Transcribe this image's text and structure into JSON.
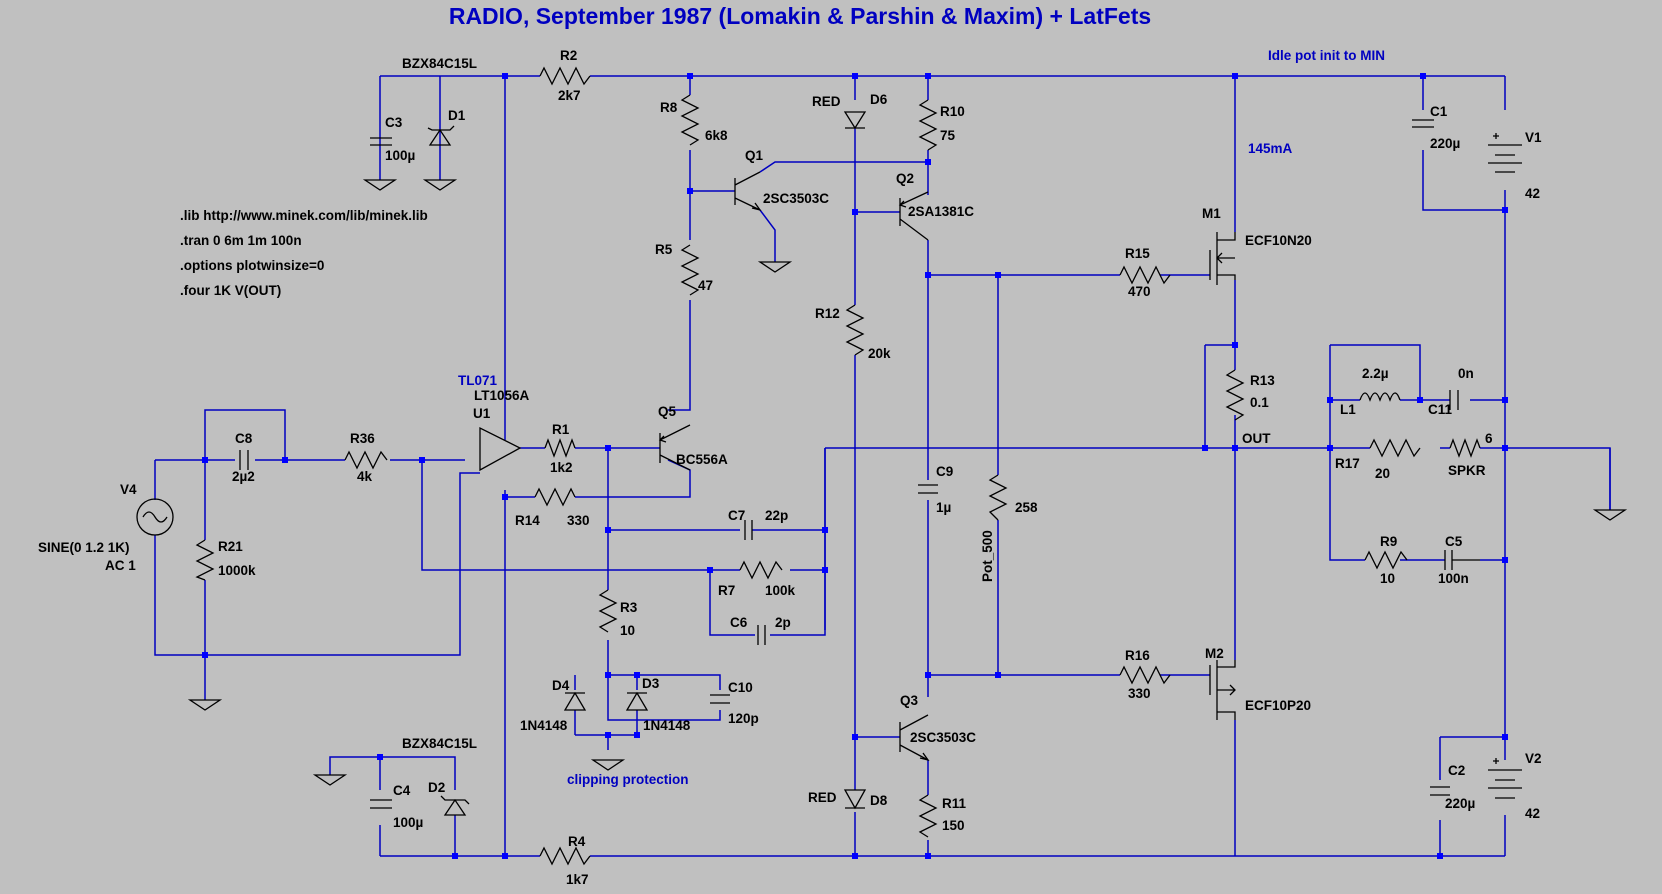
{
  "title": "RADIO, September 1987 (Lomakin & Parshin & Maxim) + LatFets",
  "directives": [
    ".lib http://www.minek.com/lib/minek.lib",
    ".tran 0 6m 1m 100n",
    ".options plotwinsize=0",
    ".four 1K V(OUT)"
  ],
  "notes": {
    "idle_pot": "Idle pot init to MIN",
    "current": "145mA",
    "clipping": "clipping protection",
    "tl071": "TL071",
    "out_net": "OUT"
  },
  "components": {
    "D1_val": "BZX84C15L",
    "D1": "D1",
    "C3": "C3",
    "C3_val": "100µ",
    "R2": "R2",
    "R2_val": "2k7",
    "R8": "R8",
    "R8_val": "6k8",
    "Q1": "Q1",
    "Q1_val": "2SC3503C",
    "R5": "R5",
    "R5_val": "47",
    "D6_val": "RED",
    "D6": "D6",
    "R12": "R12",
    "R12_val": "20k",
    "R10": "R10",
    "R10_val": "75",
    "Q2": "Q2",
    "Q2_val": "2SA1381C",
    "M1": "M1",
    "M1_val": "ECF10N20",
    "R15": "R15",
    "R15_val": "470",
    "C1": "C1",
    "C1_val": "220µ",
    "V1": "V1",
    "V1_val": "42",
    "R13": "R13",
    "R13_val": "0.1",
    "L1": "L1",
    "L1_val": "2.2µ",
    "C11": "C11",
    "C11_val": "0n",
    "R17": "R17",
    "R17_val": "20",
    "SPKR": "SPKR",
    "SPKR_val": "6",
    "R9": "R9",
    "R9_val": "10",
    "C5": "C5",
    "C5_val": "100n",
    "U1": "U1",
    "U1_val": "LT1056A",
    "C8": "C8",
    "C8_val": "2µ2",
    "R36": "R36",
    "R36_val": "4k",
    "V4": "V4",
    "V4_val1": "SINE(0 1.2 1K)",
    "V4_val2": "AC 1",
    "R21": "R21",
    "R21_val": "1000k",
    "R1": "R1",
    "R1_val": "1k2",
    "Q5": "Q5",
    "Q5_val": "BC556A",
    "R14": "R14",
    "R14_val": "330",
    "C7": "C7",
    "C7_val": "22p",
    "R7": "R7",
    "R7_val": "100k",
    "C6": "C6",
    "C6_val": "2p",
    "R3": "R3",
    "R3_val": "10",
    "D4": "D4",
    "D4_val": "1N4148",
    "D3": "D3",
    "D3_val": "1N4148",
    "C10": "C10",
    "C10_val": "120p",
    "C9": "C9",
    "C9_val": "1µ",
    "Pot": "Pot_500",
    "Pot_val": "258",
    "R16": "R16",
    "R16_val": "330",
    "M2": "M2",
    "M2_val": "ECF10P20",
    "Q3": "Q3",
    "Q3_val": "2SC3503C",
    "D8_val": "RED",
    "D8": "D8",
    "R11": "R11",
    "R11_val": "150",
    "C2": "C2",
    "C2_val": "220µ",
    "V2": "V2",
    "V2_val": "42",
    "D2_val": "BZX84C15L",
    "D2": "D2",
    "C4": "C4",
    "C4_val": "100µ",
    "R4": "R4",
    "R4_val": "1k7"
  }
}
